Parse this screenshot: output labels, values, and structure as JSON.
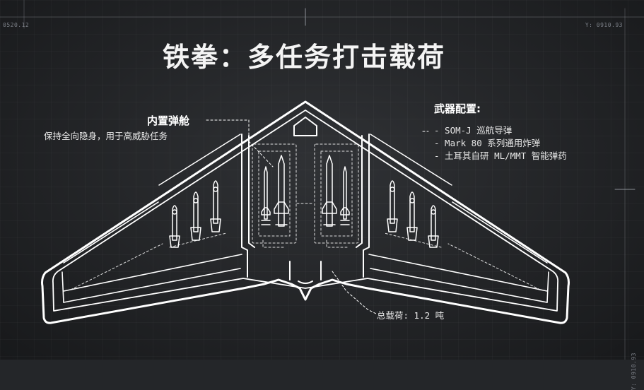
{
  "title": "铁拳：多任务打击载荷",
  "corner_tags": {
    "top_left": "0520.12",
    "top_right": "Y: 0910.93",
    "bottom_right": "Y: 0910.93"
  },
  "internal_bay": {
    "title": "内置弹舱",
    "subtitle": "保持全向隐身，用于高威胁任务"
  },
  "armament": {
    "title": "武器配置:",
    "items": [
      "- SOM-J 巡航导弹",
      "- Mark 80 系列通用炸弹",
      "- 土耳其自研 ML/MMT 智能弹药"
    ]
  },
  "payload": "总载荷: 1.2 吨",
  "colors": {
    "background": "#242629",
    "line": "#ffffff",
    "accent_dim": "#7c8088"
  }
}
